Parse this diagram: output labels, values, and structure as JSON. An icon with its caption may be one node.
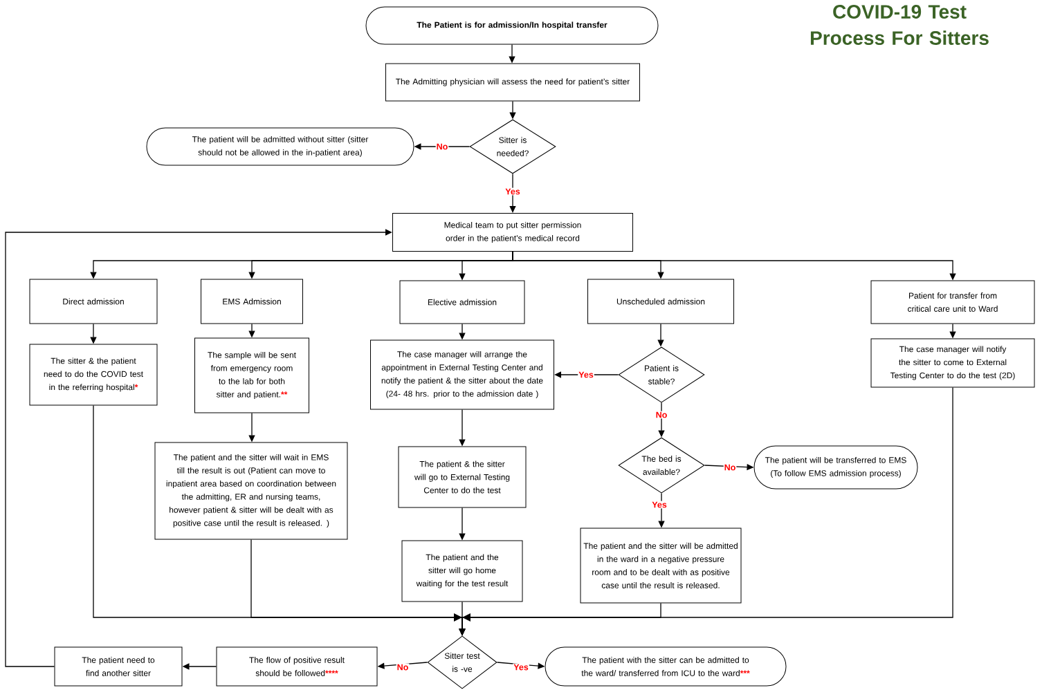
{
  "diagram": {
    "title": "COVID-19 Test Process For Sitters",
    "nodes": [
      {
        "text": [
          "The Patient is for admission/In hospital transfer"
        ]
      },
      {
        "text": [
          "The Admitting physician will assess the need for patient’s sitter"
        ]
      },
      {
        "text": [
          "The patient will be admitted without sitter (sitter should not be allowed in the in-patient area)"
        ]
      },
      {
        "text": [
          "Sitter is needed?"
        ]
      },
      {
        "text": [
          "Medical team to put sitter permission order in the patient’s medical record"
        ]
      },
      {
        "text": [
          "Direct admission"
        ]
      },
      {
        "text": [
          "EMS Admission"
        ]
      },
      {
        "text": [
          "Elective admission"
        ]
      },
      {
        "text": [
          "Unscheduled admission"
        ]
      },
      {
        "text": [
          "Patient for transfer from critical care unit to Ward"
        ]
      },
      {
        "text": [
          "The sitter & the patient need to do the COVID test in the referring hospital",
          "*"
        ]
      },
      {
        "text": [
          "The sample will be sent from emergency room to the lab for both sitter and patient.",
          "**"
        ]
      },
      {
        "text": [
          "The case manager will arrange the appointment in External Testing Center and notify the patient & the sitter about the date (24- 48 hrs. prior to the admission date )"
        ]
      },
      {
        "text": [
          "Patient is stable?"
        ]
      },
      {
        "text": [
          "The case manager will notify the sitter to come to External Testing Center to do the test (2D)"
        ]
      },
      {
        "text": [
          "The patient and the sitter will wait in EMS till the result is out (Patient can move to inpatient area based on coordination between the admitting, ER and nursing teams, however patient & sitter will be dealt with as positive case until the result is released. )"
        ]
      },
      {
        "text": [
          "The patient & the sitter will go to External Testing Center to do the test"
        ]
      },
      {
        "text": [
          "The bed is available?"
        ]
      },
      {
        "text": [
          "The patient will be transferred to EMS (To follow EMS admission process)"
        ]
      },
      {
        "text": [
          "The patient and the sitter will go home waiting for the test result"
        ]
      },
      {
        "text": [
          "The patient and the sitter will be admitted in the ward in a negative pressure room and to be dealt with as positive case until the result is released."
        ]
      },
      {
        "text": [
          "The patient need to find another sitter"
        ]
      },
      {
        "text": [
          "The flow of positive result should be followed",
          "****"
        ]
      },
      {
        "text": [
          "Sitter test is -ve"
        ]
      },
      {
        "text": [
          "The patient with the sitter can be admitted to the ward/ transferred from ICU to the ward",
          "***"
        ]
      }
    ],
    "edges": [
      {
        "from": 0,
        "to": 1,
        "arrow": "to"
      },
      {
        "from": 1,
        "to": 3,
        "arrow": "to"
      },
      {
        "from": 3,
        "to": 2,
        "arrow": "to",
        "label": "No"
      },
      {
        "from": 3,
        "to": 4,
        "arrow": "to",
        "label": "Yes"
      },
      {
        "from": 4,
        "to": 5,
        "arrow": "to"
      },
      {
        "from": 4,
        "to": 6,
        "arrow": "to"
      },
      {
        "from": 4,
        "to": 7,
        "arrow": "to"
      },
      {
        "from": 4,
        "to": 8,
        "arrow": "to"
      },
      {
        "from": 4,
        "to": 9,
        "arrow": "to"
      },
      {
        "from": 5,
        "to": 10,
        "arrow": "to"
      },
      {
        "from": 6,
        "to": 11,
        "arrow": "to"
      },
      {
        "from": 7,
        "to": 12,
        "arrow": "to"
      },
      {
        "from": 8,
        "to": 13,
        "arrow": "to"
      },
      {
        "from": 9,
        "to": 14,
        "arrow": "to"
      },
      {
        "from": 13,
        "to": 12,
        "arrow": "to",
        "label": "Yes"
      },
      {
        "from": 11,
        "to": 15,
        "arrow": "to"
      },
      {
        "from": 12,
        "to": 16,
        "arrow": "to"
      },
      {
        "from": 13,
        "to": 17,
        "arrow": "to",
        "label": "No"
      },
      {
        "from": 17,
        "to": 18,
        "arrow": "to",
        "label": "No"
      },
      {
        "from": 17,
        "to": 20,
        "arrow": "to",
        "label": "Yes"
      },
      {
        "from": 16,
        "to": 19,
        "arrow": "to"
      },
      {
        "from": 10,
        "to": 23,
        "arrow": "to"
      },
      {
        "from": 15,
        "to": 23,
        "arrow": "to"
      },
      {
        "from": 19,
        "to": 23,
        "arrow": "to"
      },
      {
        "from": 20,
        "to": 23,
        "arrow": "to"
      },
      {
        "from": 14,
        "to": 23,
        "arrow": "to"
      },
      {
        "from": 23,
        "to": 22,
        "arrow": "to",
        "label": "No"
      },
      {
        "from": 23,
        "to": 24,
        "arrow": "to",
        "label": "Yes"
      },
      {
        "from": 22,
        "to": 21,
        "arrow": "to"
      },
      {
        "from": 21,
        "to": 4,
        "arrow": "to"
      }
    ]
  }
}
